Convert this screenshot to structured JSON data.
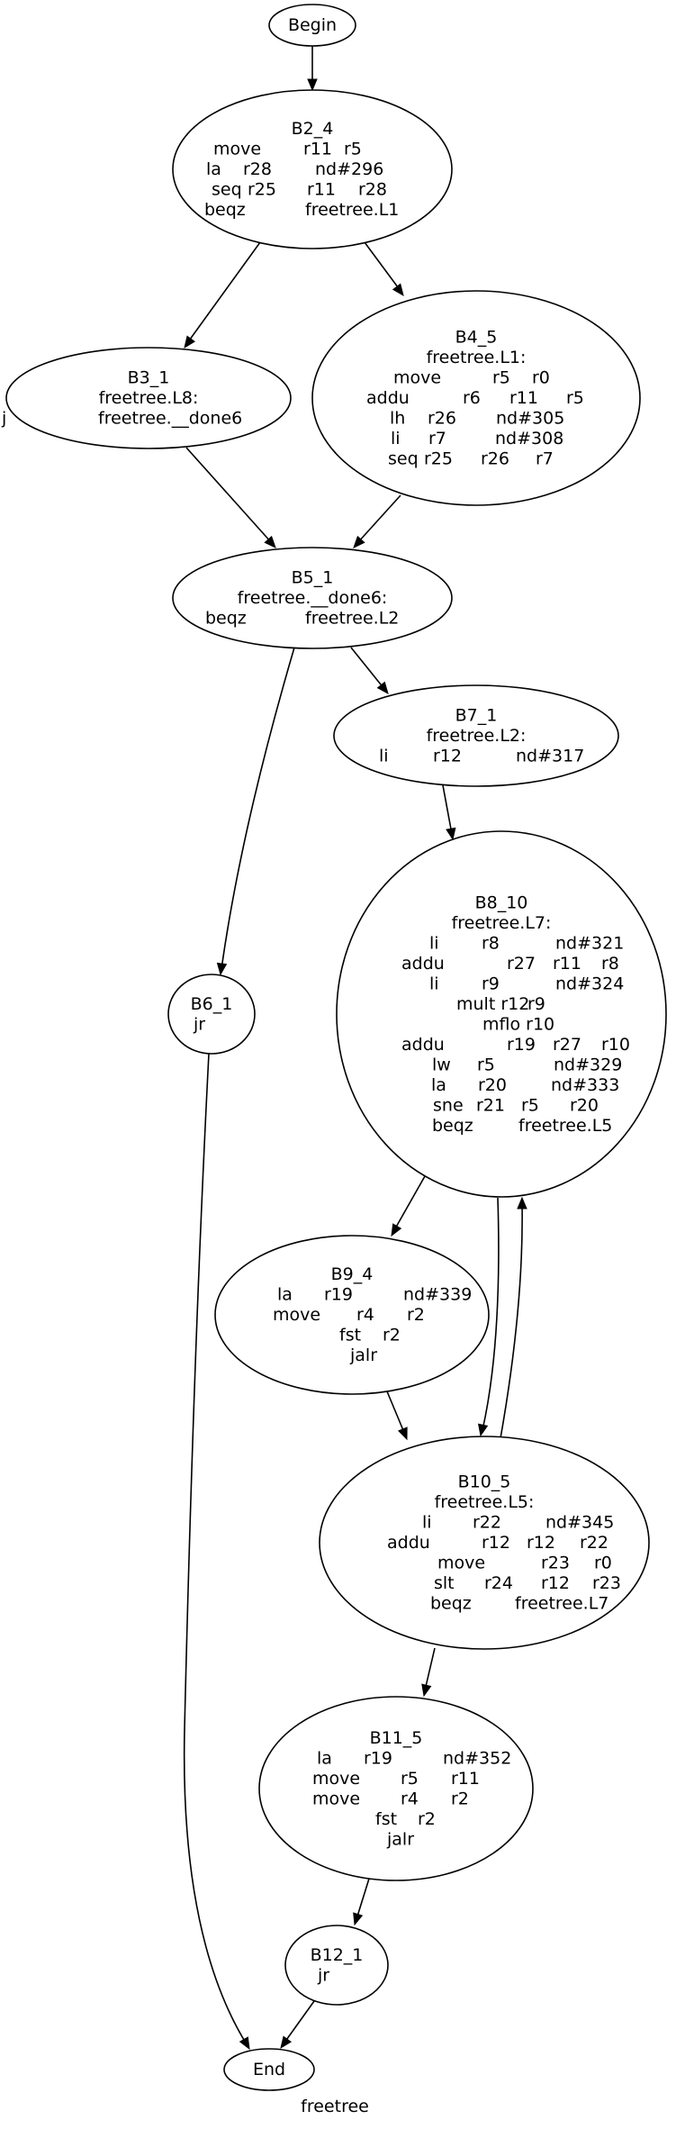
{
  "graph": {
    "caption": "freetree",
    "nodes": {
      "begin": {
        "title": "Begin",
        "lines": []
      },
      "b2_4": {
        "title": "B2_4",
        "lines": [
          [
            "move",
            "r11",
            "r5"
          ],
          [
            "la",
            "r28",
            "nd#296"
          ],
          [
            "seq",
            "r25",
            "r11",
            "r28"
          ],
          [
            "beqz",
            "freetree.L1"
          ]
        ]
      },
      "b3_1": {
        "title": "B3_1",
        "label": "freetree.L8:",
        "lines": [
          [
            "j",
            "freetree.__done6"
          ]
        ]
      },
      "b4_5": {
        "title": "B4_5",
        "label": "freetree.L1:",
        "lines": [
          [
            "move",
            "r5",
            "r0"
          ],
          [
            "addu",
            "r6",
            "r11",
            "r5"
          ],
          [
            "lh",
            "r26",
            "nd#305"
          ],
          [
            "li",
            "r7",
            "nd#308"
          ],
          [
            "seq",
            "r25",
            "r26",
            "r7"
          ]
        ]
      },
      "b5_1": {
        "title": "B5_1",
        "label": "freetree.__done6:",
        "lines": [
          [
            "beqz",
            "freetree.L2"
          ]
        ]
      },
      "b7_1": {
        "title": "B7_1",
        "label": "freetree.L2:",
        "lines": [
          [
            "li",
            "r12",
            "nd#317"
          ]
        ]
      },
      "b6_1": {
        "title": "B6_1",
        "lines": [
          [
            "jr"
          ]
        ]
      },
      "b8_10": {
        "title": "B8_10",
        "label": "freetree.L7:",
        "lines": [
          [
            "li",
            "r8",
            "nd#321"
          ],
          [
            "addu",
            "r27",
            "r11",
            "r8"
          ],
          [
            "li",
            "r9",
            "nd#324"
          ],
          [
            "mult r12",
            "r9"
          ],
          [
            "mflo r10"
          ],
          [
            "addu",
            "r19",
            "r27",
            "r10"
          ],
          [
            "lw",
            "r5",
            "nd#329"
          ],
          [
            "la",
            "r20",
            "nd#333"
          ],
          [
            "sne",
            "r21",
            "r5",
            "r20"
          ],
          [
            "beqz",
            "freetree.L5"
          ]
        ]
      },
      "b9_4": {
        "title": "B9_4",
        "lines": [
          [
            "la",
            "r19",
            "nd#339"
          ],
          [
            "move",
            "r4",
            "r2"
          ],
          [
            "fst",
            "r2"
          ],
          [
            "jalr"
          ]
        ]
      },
      "b10_5": {
        "title": "B10_5",
        "label": "freetree.L5:",
        "lines": [
          [
            "li",
            "r22",
            "nd#345"
          ],
          [
            "addu",
            "r12",
            "r12",
            "r22"
          ],
          [
            "move",
            "r23",
            "r0"
          ],
          [
            "slt",
            "r24",
            "r12",
            "r23"
          ],
          [
            "beqz",
            "freetree.L7"
          ]
        ]
      },
      "b11_5": {
        "title": "B11_5",
        "lines": [
          [
            "la",
            "r19",
            "nd#352"
          ],
          [
            "move",
            "r5",
            "r11"
          ],
          [
            "move",
            "r4",
            "r2"
          ],
          [
            "fst",
            "r2"
          ],
          [
            "jalr"
          ]
        ]
      },
      "b12_1": {
        "title": "B12_1",
        "lines": [
          [
            "jr"
          ]
        ]
      },
      "end": {
        "title": "End",
        "lines": []
      }
    },
    "edges": [
      {
        "from": "begin",
        "to": "b2_4"
      },
      {
        "from": "b2_4",
        "to": "b3_1"
      },
      {
        "from": "b2_4",
        "to": "b4_5"
      },
      {
        "from": "b3_1",
        "to": "b5_1"
      },
      {
        "from": "b4_5",
        "to": "b5_1"
      },
      {
        "from": "b5_1",
        "to": "b7_1"
      },
      {
        "from": "b5_1",
        "to": "b6_1"
      },
      {
        "from": "b7_1",
        "to": "b8_10"
      },
      {
        "from": "b8_10",
        "to": "b9_4"
      },
      {
        "from": "b8_10",
        "to": "b10_5"
      },
      {
        "from": "b10_5",
        "to": "b8_10"
      },
      {
        "from": "b9_4",
        "to": "b10_5"
      },
      {
        "from": "b10_5",
        "to": "b11_5"
      },
      {
        "from": "b11_5",
        "to": "b12_1"
      },
      {
        "from": "b12_1",
        "to": "end"
      },
      {
        "from": "b6_1",
        "to": "end"
      }
    ]
  }
}
